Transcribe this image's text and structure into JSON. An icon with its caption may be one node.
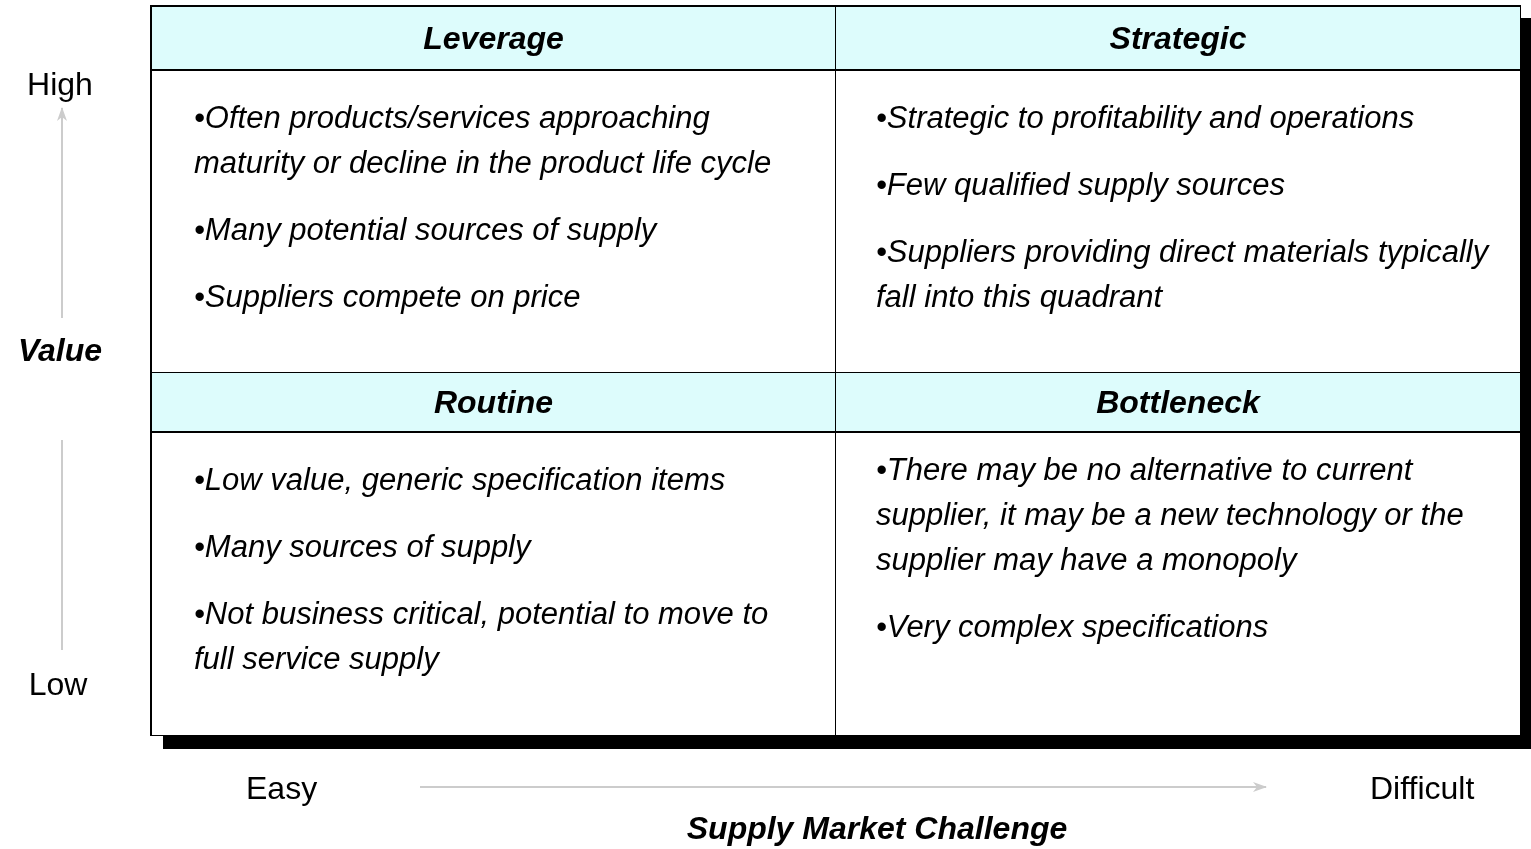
{
  "diagram": {
    "nodes": [
      {
        "text": [
          "Leverage",
          "•Often products/services approaching maturity or decline in the product life cycle",
          "•Many potential sources of supply",
          "•Suppliers compete on price"
        ]
      },
      {
        "text": [
          "Strategic",
          "•Strategic to profitability and operations",
          "•Few qualified supply sources",
          "•Suppliers providing direct materials typically fall into this quadrant"
        ]
      },
      {
        "text": [
          "Routine",
          "•Low value, generic specification items",
          "•Many sources of supply",
          "•Not business critical, potential to move to full service supply"
        ]
      },
      {
        "text": [
          "Bottleneck",
          "•There may be no alternative to current supplier, it may be a new technology or the supplier may have a monopoly",
          "•Very complex specifications"
        ]
      }
    ],
    "edges": [],
    "labels": [
      "High",
      "Value",
      "Low",
      "Easy",
      "Difficult",
      "Supply Market Challenge"
    ]
  }
}
